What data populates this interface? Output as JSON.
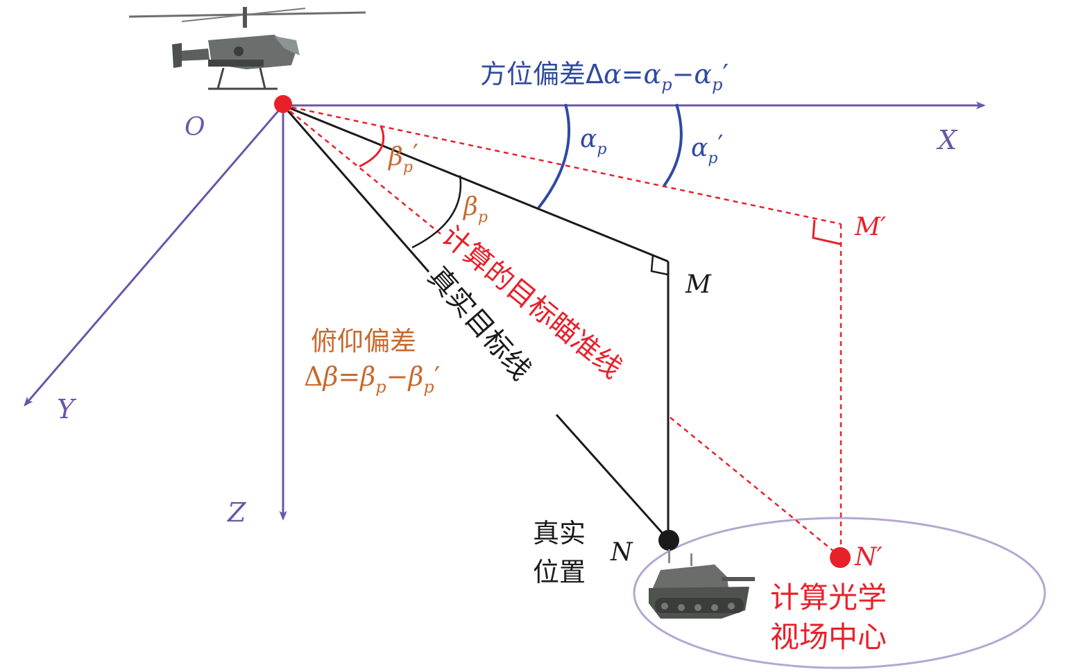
{
  "colors": {
    "axis": "#6b56a6",
    "black": "#1a1a1a",
    "red": "#e8202a",
    "blue": "#2f4aa0",
    "orange": "#c8692e",
    "ellipse": "#b5a6d2"
  },
  "labels": {
    "origin": "O",
    "x_axis": "X",
    "y_axis": "Y",
    "z_axis": "Z",
    "point_m": "M",
    "point_m_prime": "M′",
    "point_n": "N",
    "point_n_prime": "N′"
  },
  "azimuth_deviation": {
    "prefix": "方位偏差Δ",
    "alpha": "α",
    "equals": "=",
    "minus": "−",
    "sub_p": "p",
    "prime": "′"
  },
  "pitch_deviation": {
    "line1": "俯仰偏差",
    "delta": "Δ",
    "beta": "β",
    "equals": "=",
    "minus": "−",
    "sub_p": "p",
    "prime": "′"
  },
  "angles": {
    "alpha": "α",
    "beta": "β",
    "sub_p": "p",
    "prime": "′"
  },
  "line_labels": {
    "computed_aim_line": "计算的目标瞄准线",
    "true_target_line": "真实目标线"
  },
  "true_position": {
    "line1": "真实",
    "line2": "位置"
  },
  "optical_center": {
    "line1": "计算光学",
    "line2": "视场中心"
  },
  "icons": {
    "helicopter": "helicopter-icon",
    "tank": "tank-icon"
  }
}
